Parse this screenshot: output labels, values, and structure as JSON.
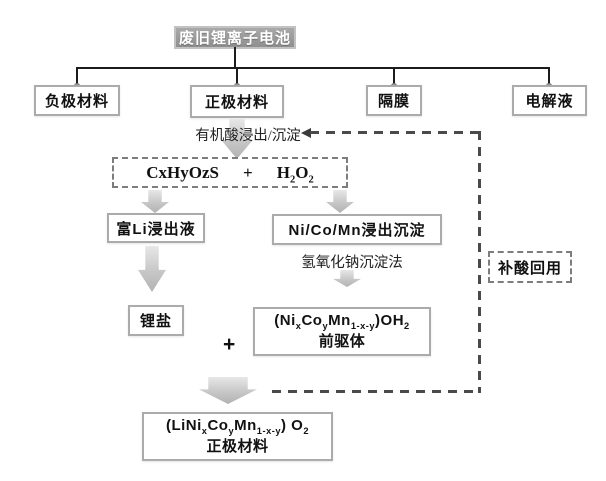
{
  "colors": {
    "title_bg": "#9b9b9b",
    "box_border": "#ababab",
    "arrow_fill": "#c7c7c7",
    "dash_line": "#4a4a4a",
    "tree_line": "#1c1c1c",
    "text": "#111111"
  },
  "root": {
    "title": "废旧锂离子电池"
  },
  "components": [
    {
      "label": "负极材料"
    },
    {
      "label": "正极材料"
    },
    {
      "label": "隔膜"
    },
    {
      "label": "电解液"
    }
  ],
  "process": {
    "leach_label": "有机酸浸出/沉淀",
    "reagents": {
      "acid": "CxHyOzS",
      "plus": "+",
      "oxidant": [
        {
          "t": "H"
        },
        {
          "t": "2",
          "sub": true
        },
        {
          "t": "O"
        },
        {
          "t": "2",
          "sub": true
        }
      ]
    },
    "li_rich_leachate": "富Li浸出液",
    "ncm_precipitate": "Ni/Co/Mn浸出沉淀",
    "naoh_label": "氢氧化钠沉淀法",
    "li_salt": "锂盐",
    "plus": "+",
    "precursor": {
      "formula": [
        {
          "t": "(Ni"
        },
        {
          "t": "x",
          "sub": true
        },
        {
          "t": "Co"
        },
        {
          "t": "y",
          "sub": true
        },
        {
          "t": "Mn"
        },
        {
          "t": "1-x-y",
          "sub": true
        },
        {
          "t": ")OH"
        },
        {
          "t": "2",
          "sub": true
        }
      ],
      "label": "前驱体"
    },
    "product": {
      "formula": [
        {
          "t": "(LiNi"
        },
        {
          "t": "x",
          "sub": true
        },
        {
          "t": "Co"
        },
        {
          "t": "y",
          "sub": true
        },
        {
          "t": "Mn"
        },
        {
          "t": "1-x-y",
          "sub": true
        },
        {
          "t": ") O"
        },
        {
          "t": "2",
          "sub": true
        }
      ],
      "label": "正极材料"
    },
    "acid_reuse": "补酸回用"
  }
}
